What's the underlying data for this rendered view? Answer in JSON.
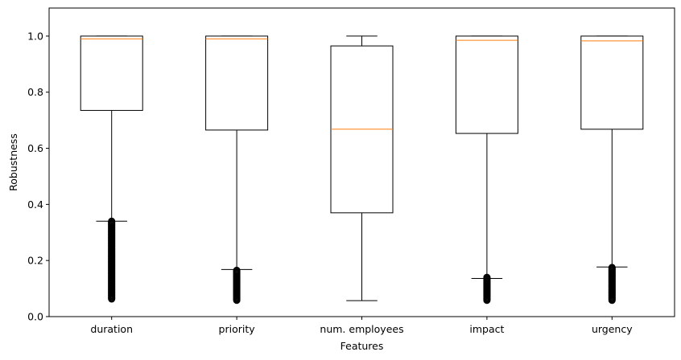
{
  "chart_data": {
    "type": "box",
    "title": "",
    "xlabel": "Features",
    "ylabel": "Robustness",
    "ylim": [
      0,
      1.1
    ],
    "yticks": [
      "0.0",
      "0.2",
      "0.4",
      "0.6",
      "0.8",
      "1.0"
    ],
    "grid": false,
    "legend": "none",
    "colors": {
      "box": "#000000",
      "median": "#ff7f0e",
      "outlier": "#000000"
    },
    "categories": [
      "duration",
      "priority",
      "num. employees",
      "impact",
      "urgency"
    ],
    "boxes": [
      {
        "whisker_low": 0.34,
        "q1": 0.735,
        "median": 0.99,
        "q3": 1.0,
        "whisker_high": 1.0,
        "outliers_range": [
          0.063,
          0.34
        ]
      },
      {
        "whisker_low": 0.168,
        "q1": 0.665,
        "median": 0.99,
        "q3": 1.0,
        "whisker_high": 1.0,
        "outliers_range": [
          0.058,
          0.165
        ]
      },
      {
        "whisker_low": 0.057,
        "q1": 0.37,
        "median": 0.668,
        "q3": 0.965,
        "whisker_high": 1.0,
        "outliers_range": null
      },
      {
        "whisker_low": 0.136,
        "q1": 0.653,
        "median": 0.985,
        "q3": 1.0,
        "whisker_high": 1.0,
        "outliers_range": [
          0.058,
          0.14
        ]
      },
      {
        "whisker_low": 0.177,
        "q1": 0.668,
        "median": 0.983,
        "q3": 1.0,
        "whisker_high": 1.0,
        "outliers_range": [
          0.058,
          0.175
        ]
      }
    ]
  }
}
